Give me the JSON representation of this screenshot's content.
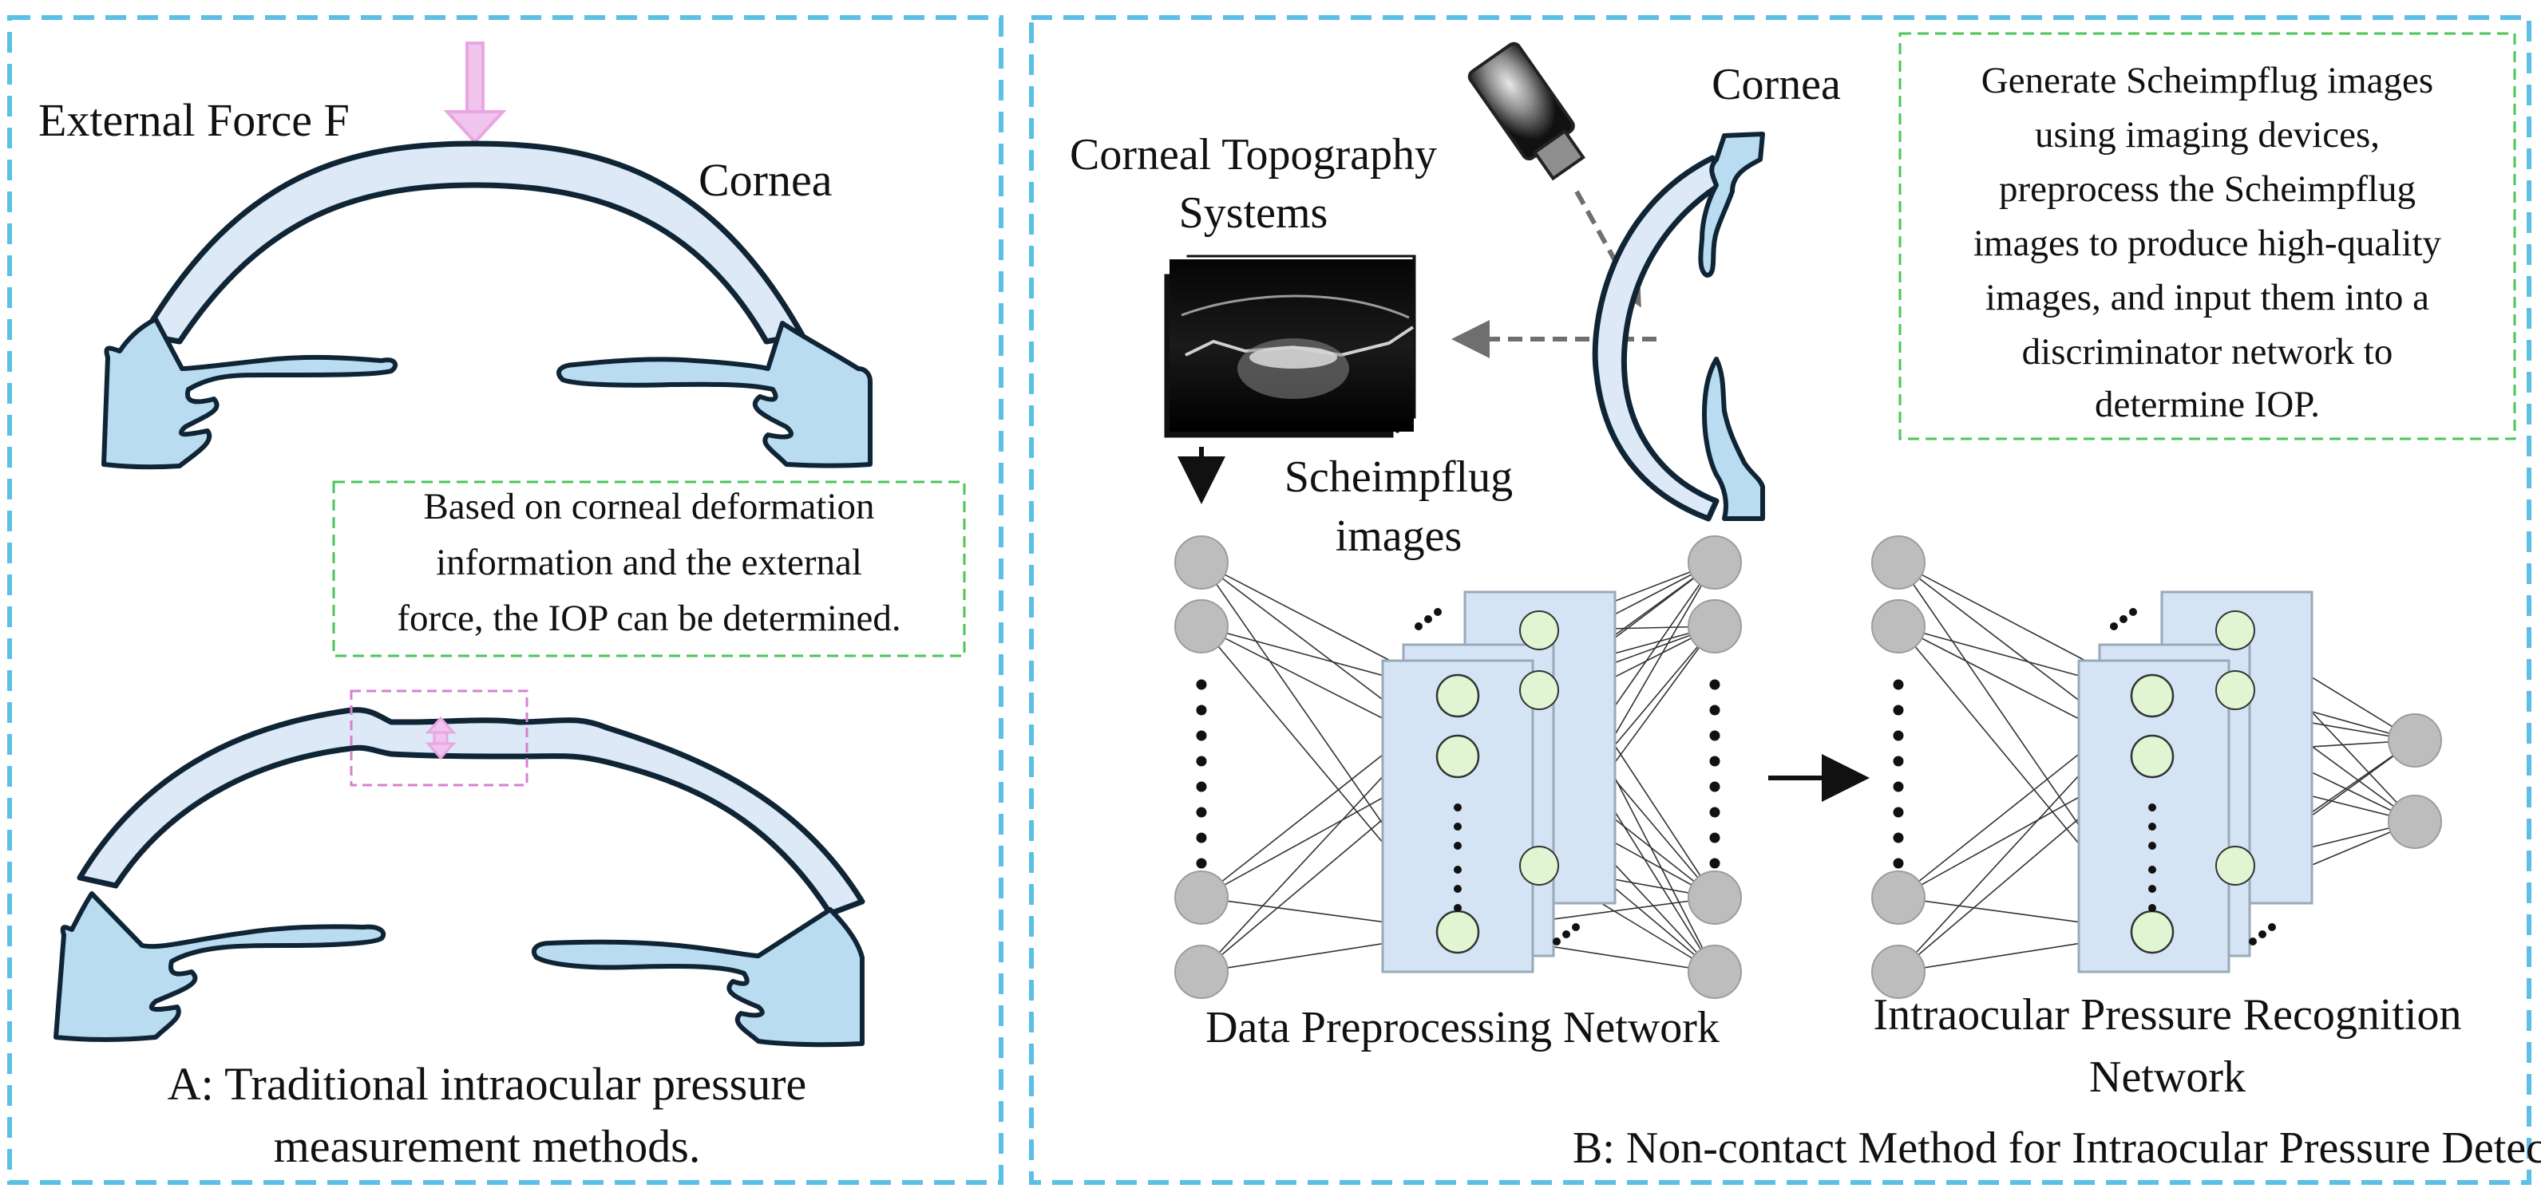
{
  "colors": {
    "panel_border": "#5bbfe6",
    "note_border": "#4cc45a",
    "cornea_fill": "#dde9f6",
    "tissue_fill": "#b9dcf1",
    "outline": "#0f2535",
    "force_arrow": "#e9a6e3",
    "node_grey": "#bdbdbd",
    "node_green": "#e2f5d2",
    "layer_fill": "#d4e4f4"
  },
  "panel_a": {
    "force_label": "External Force F",
    "cornea_label": "Cornea",
    "note_lines": [
      "Based on corneal deformation",
      "information and the external",
      "force, the IOP can be determined."
    ],
    "caption_lines": [
      "A: Traditional intraocular pressure",
      "measurement methods."
    ]
  },
  "panel_b": {
    "topography_lines": [
      "Corneal Topography",
      "Systems"
    ],
    "cornea_label": "Cornea",
    "scheimpflug_lines": [
      "Scheimpflug",
      "images"
    ],
    "note_lines": [
      "Generate Scheimpflug images",
      "using imaging devices,",
      "preprocess the Scheimpflug",
      "images to produce high-quality",
      "images, and input them into a",
      "discriminator network to",
      "determine IOP."
    ],
    "preprocess_label": "Data Preprocessing Network",
    "recognition_lines": [
      "Intraocular Pressure Recognition",
      "Network"
    ],
    "caption": "B: Non-contact Method for Intraocular Pressure Detection."
  }
}
